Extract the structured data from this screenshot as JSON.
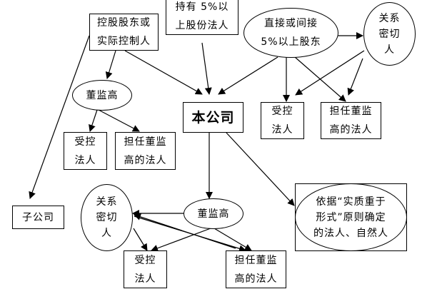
{
  "nodes": {
    "holder5": {
      "lines": [
        "持有  5%以",
        "上股份法人"
      ]
    },
    "controlling": {
      "lines": [
        "控股股东或",
        "实际控制人"
      ]
    },
    "direct_indirect": {
      "lines": [
        "直接或间接",
        "5%以上股东"
      ]
    },
    "close_relative_top": {
      "lines": [
        "关系",
        "密切",
        "人"
      ]
    },
    "dsm_top": {
      "lines": [
        "董监高"
      ]
    },
    "company": {
      "lines": [
        "本公司"
      ]
    },
    "controlled_top_right": {
      "lines": [
        "受控",
        "法人"
      ]
    },
    "dsm_entity_top_right": {
      "lines": [
        "担任董监",
        "高的法人"
      ]
    },
    "controlled_left": {
      "lines": [
        "受控",
        "法人"
      ]
    },
    "dsm_entity_left": {
      "lines": [
        "担任董监",
        "高的法人"
      ]
    },
    "subsidiary": {
      "lines": [
        "子公司"
      ]
    },
    "close_relative_bottom": {
      "lines": [
        "关系",
        "密切",
        "人"
      ]
    },
    "dsm_bottom": {
      "lines": [
        "董监高"
      ]
    },
    "substance_over_form": {
      "lines": [
        "依据“实质重于",
        "形式”原则确定",
        "的法人、自然人"
      ]
    },
    "controlled_bottom": {
      "lines": [
        "受控",
        "法人"
      ]
    },
    "dsm_entity_bottom": {
      "lines": [
        "担任董监",
        "高的法人"
      ]
    }
  },
  "edges": [
    {
      "from": "controlling",
      "to": "dsm_top"
    },
    {
      "from": "controlling",
      "to": "company"
    },
    {
      "from": "controlling",
      "to": "subsidiary"
    },
    {
      "from": "holder5",
      "to": "company"
    },
    {
      "from": "direct_indirect",
      "to": "company"
    },
    {
      "from": "direct_indirect",
      "to": "close_relative_top"
    },
    {
      "from": "direct_indirect",
      "to": "controlled_top_right"
    },
    {
      "from": "direct_indirect",
      "to": "dsm_entity_top_right"
    },
    {
      "from": "close_relative_top",
      "to": "controlled_top_right"
    },
    {
      "from": "close_relative_top",
      "to": "dsm_entity_top_right"
    },
    {
      "from": "dsm_top",
      "to": "controlled_left"
    },
    {
      "from": "dsm_top",
      "to": "dsm_entity_left"
    },
    {
      "from": "company",
      "to": "dsm_bottom"
    },
    {
      "from": "company",
      "to": "substance_over_form"
    },
    {
      "from": "dsm_bottom",
      "to": "close_relative_bottom"
    },
    {
      "from": "dsm_bottom",
      "to": "controlled_bottom"
    },
    {
      "from": "dsm_bottom",
      "to": "dsm_entity_bottom"
    },
    {
      "from": "close_relative_bottom",
      "to": "controlled_bottom"
    },
    {
      "from": "close_relative_bottom",
      "to": "dsm_entity_bottom"
    }
  ],
  "colors": {
    "stroke": "#000000",
    "background": "#ffffff"
  }
}
